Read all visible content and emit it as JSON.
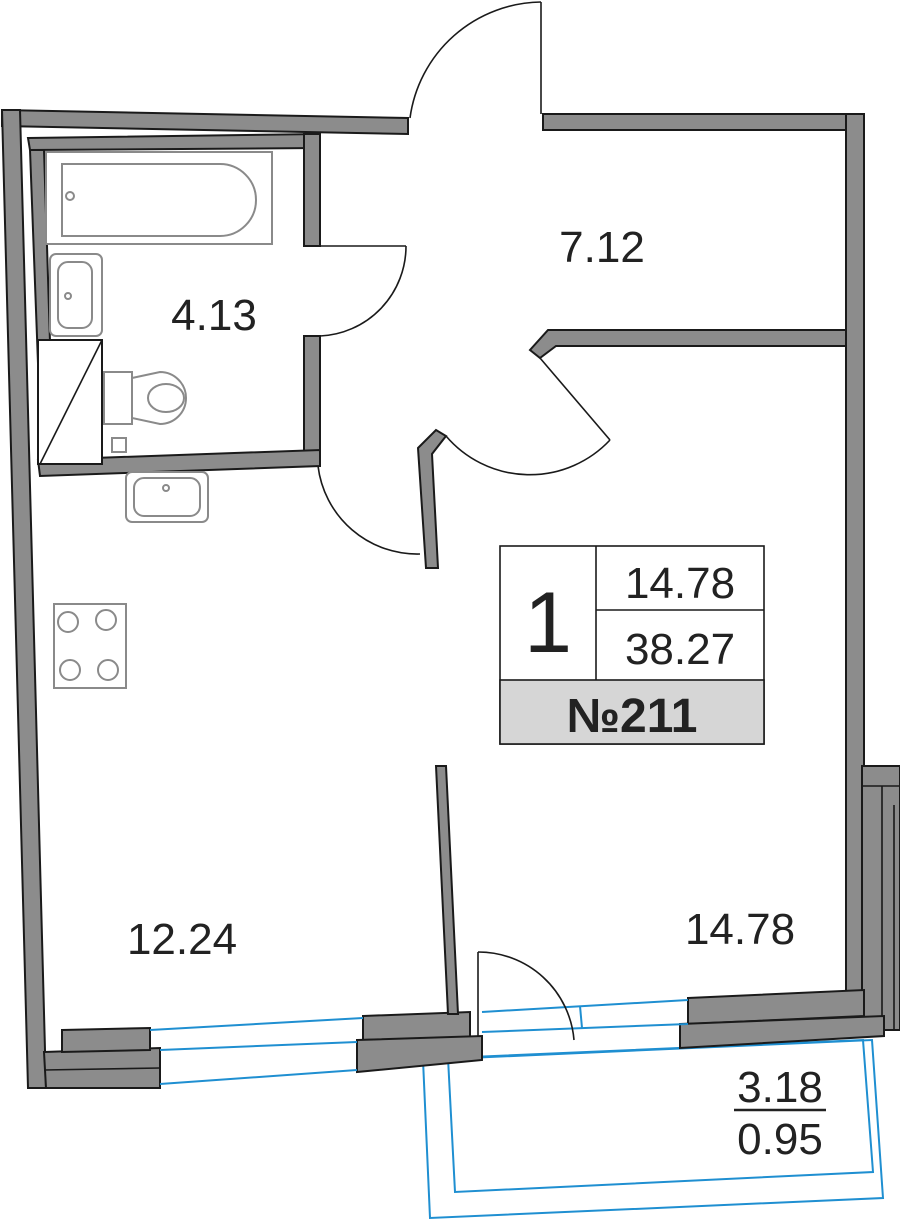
{
  "rooms": [
    {
      "id": "bathroom",
      "area": "4.13"
    },
    {
      "id": "hallway",
      "area": "7.12"
    },
    {
      "id": "kitchen",
      "area": "12.24"
    },
    {
      "id": "living",
      "area": "14.78"
    }
  ],
  "balcony": {
    "area_total": "3.18",
    "area_counted": "0.95"
  },
  "info": {
    "rooms_count": "1",
    "living_area": "14.78",
    "total_area": "38.27",
    "apartment_number": "№211"
  },
  "colors": {
    "wall": "#8c8c8c",
    "window": "#1f8fd1",
    "badge": "#d6d6d6",
    "fixture": "#8a8a8a"
  }
}
